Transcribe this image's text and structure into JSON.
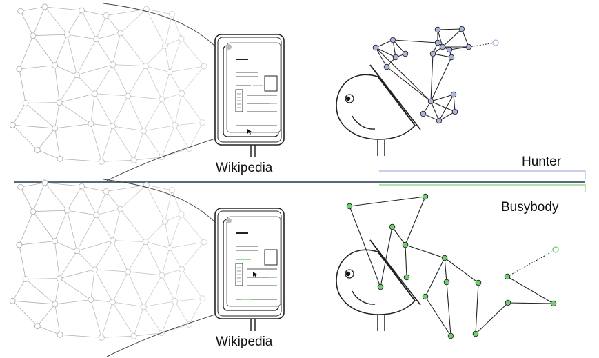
{
  "top_panel": {
    "source_label": "Wikipedia",
    "style_label": "Hunter",
    "node_color": "#aab4e0",
    "divider_color": "#aab4e0"
  },
  "bottom_panel": {
    "source_label": "Wikipedia",
    "style_label": "Busybody",
    "node_color": "#6fcf6f",
    "divider_color": "#7fd07f"
  },
  "center_divider_color": "#1f3a4a",
  "background_network_color": "#9a9a9a",
  "icons": [
    "wiki-network-icon",
    "tablet-icon",
    "cursor-icon",
    "curious-creature-icon"
  ]
}
